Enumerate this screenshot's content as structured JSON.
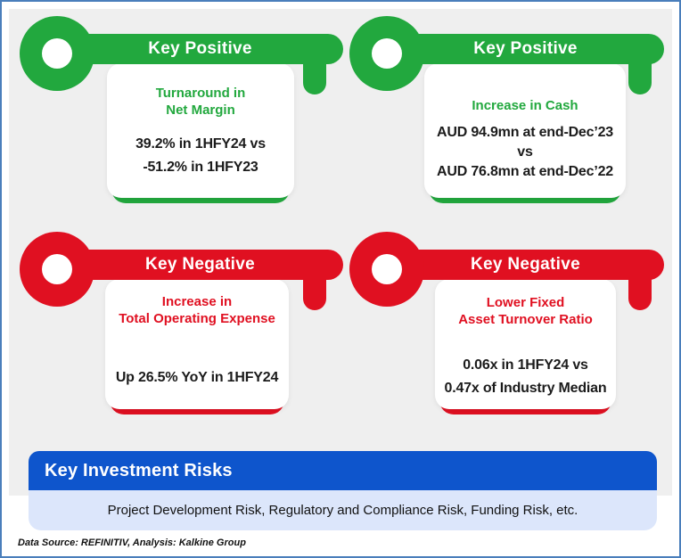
{
  "theme": {
    "positive_color": "#22A83E",
    "negative_color": "#E01021",
    "banner_blue": "#0E55CC",
    "risk_box_bg": "#DCE6FB",
    "frame_border": "#4A7EBB",
    "canvas_bg": "#EFEFEF"
  },
  "keys": [
    {
      "banner": "Key Positive",
      "sentiment": "positive",
      "title_lines": [
        "Turnaround in",
        "Net Margin"
      ],
      "value_lines": [
        "39.2% in 1HFY24 vs",
        "-51.2% in 1HFY23"
      ]
    },
    {
      "banner": "Key Positive",
      "sentiment": "positive",
      "title_lines": [
        "Increase in Cash"
      ],
      "value_lines": [
        "AUD 94.9mn at end-Dec’23",
        "vs",
        "AUD 76.8mn at end-Dec’22"
      ]
    },
    {
      "banner": "Key Negative",
      "sentiment": "negative",
      "title_lines": [
        "Increase in",
        "Total Operating Expense"
      ],
      "value_lines": [
        "Up 26.5% YoY in 1HFY24"
      ]
    },
    {
      "banner": "Key Negative",
      "sentiment": "negative",
      "title_lines": [
        "Lower Fixed",
        "Asset Turnover Ratio"
      ],
      "value_lines": [
        "0.06x in 1HFY24 vs",
        "0.47x of Industry Median"
      ]
    }
  ],
  "risk_section": {
    "heading": "Key Investment Risks",
    "items_text": "Project Development Risk, Regulatory and Compliance Risk, Funding Risk, etc."
  },
  "footer": {
    "source_note": "Data Source: REFINITIV, Analysis: Kalkine Group"
  }
}
